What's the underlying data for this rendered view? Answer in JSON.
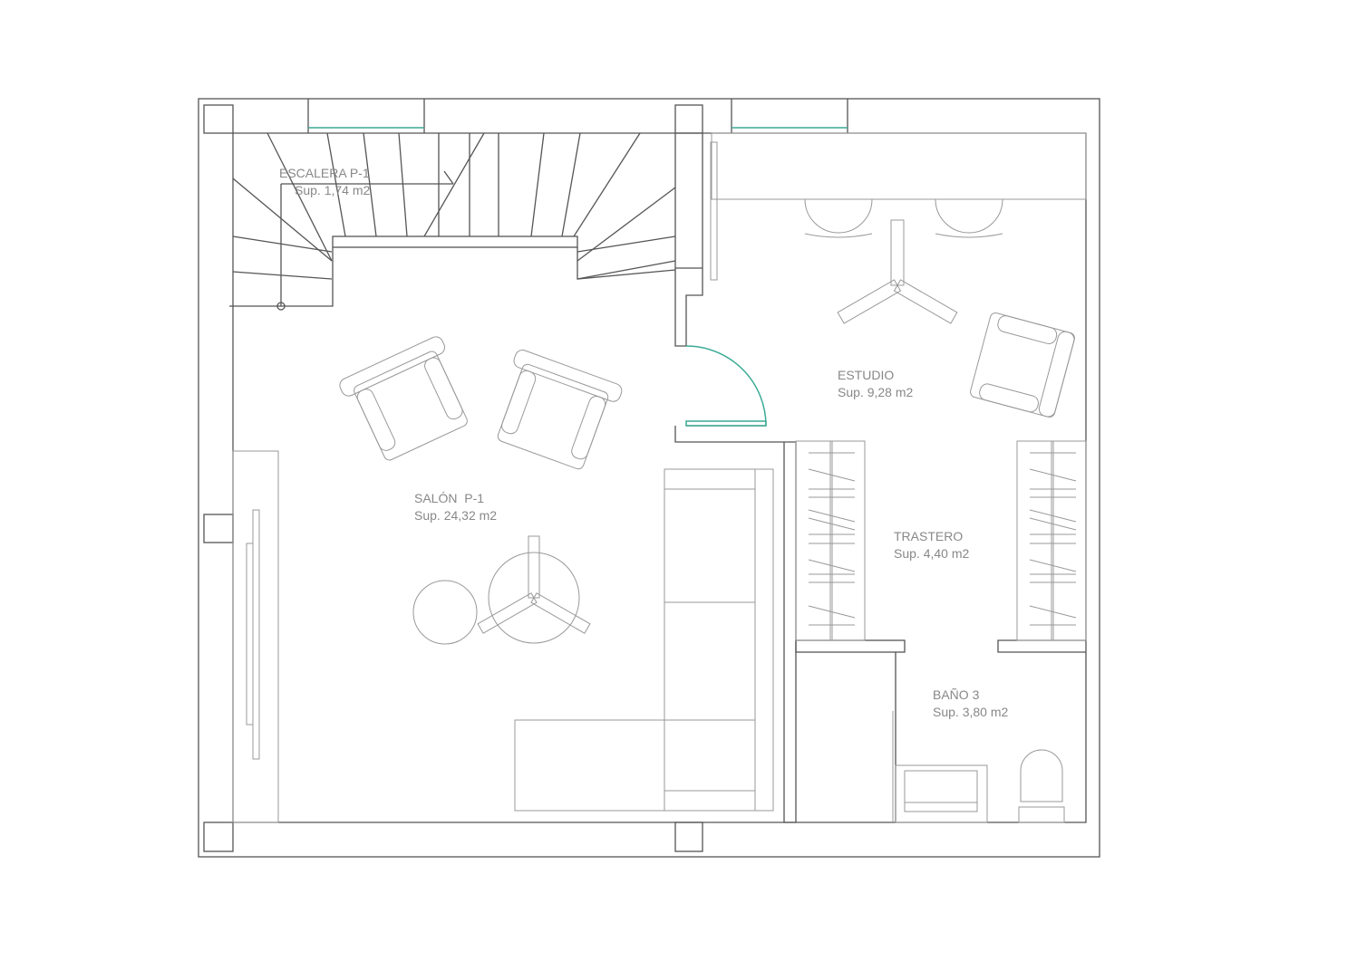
{
  "rooms": [
    {
      "name": "ESCALERA P-1",
      "area": "Sup. 1,74 m2"
    },
    {
      "name": "SALÓN  P-1",
      "area": "Sup. 24,32 m2"
    },
    {
      "name": "ESTUDIO",
      "area": "Sup. 9,28 m2"
    },
    {
      "name": "TRASTERO",
      "area": "Sup. 4,40 m2"
    },
    {
      "name": "BAÑO 3",
      "area": "Sup. 3,80 m2"
    }
  ],
  "colors": {
    "wall": "#555555",
    "furniture": "#999999",
    "glass": "#3aaa94"
  }
}
